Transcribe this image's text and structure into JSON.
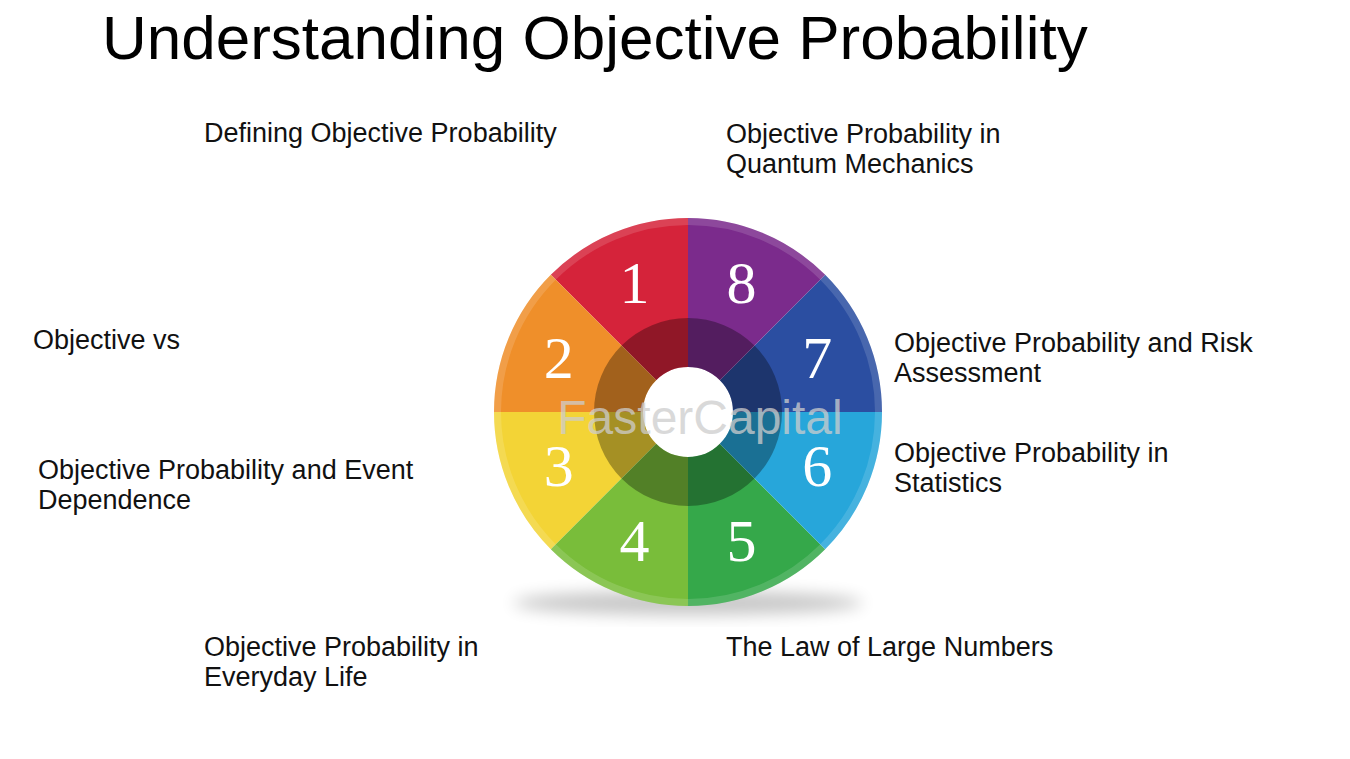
{
  "diagram": {
    "title": "Understanding Objective Probability",
    "nodes": [
      {
        "text": [
          "1"
        ]
      },
      {
        "text": [
          "2"
        ]
      },
      {
        "text": [
          "3"
        ]
      },
      {
        "text": [
          "4"
        ]
      },
      {
        "text": [
          "5"
        ]
      },
      {
        "text": [
          "6"
        ]
      },
      {
        "text": [
          "7"
        ]
      },
      {
        "text": [
          "8"
        ]
      }
    ],
    "labels": [
      "Defining Objective Probability",
      "Objective Probability in Quantum Mechanics",
      "Objective vs",
      "Objective Probability and Risk Assessment",
      "FasterCapital",
      "Objective Probability and Event Dependence",
      "Objective Probability in Statistics",
      "Objective Probability in Everyday Life",
      "The Law of Large Numbers"
    ]
  }
}
